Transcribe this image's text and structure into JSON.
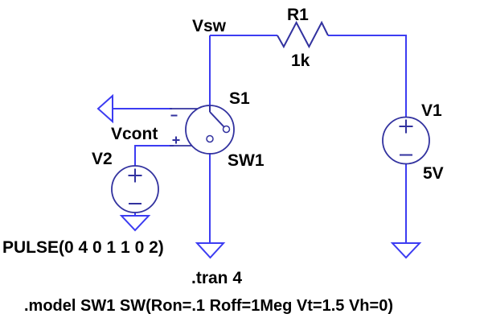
{
  "app": {
    "type": "spice-schematic-editor",
    "background": "#ffffff"
  },
  "colors": {
    "wire": "#3c3cf2",
    "component": "#32329f",
    "text": "#000000",
    "background": "#ffffff"
  },
  "net_labels": {
    "vsw": "Vsw",
    "vcont": "Vcont"
  },
  "components": {
    "resistor": {
      "name": "R1",
      "value": "1k"
    },
    "switch": {
      "name": "S1",
      "model_label": "SW1",
      "polarity_minus": "-",
      "polarity_plus": "+"
    },
    "source_v1": {
      "name": "V1",
      "value": "5V",
      "polarity_plus": "+",
      "polarity_minus": "-"
    },
    "source_v2": {
      "name": "V2",
      "value": "PULSE(0 4 0 1 1 0 2)",
      "polarity_plus": "+",
      "polarity_minus": "-"
    }
  },
  "directives": {
    "tran": ".tran 4",
    "model": ".model SW1 SW(Ron=.1 Roff=1Meg Vt=1.5 Vh=0)"
  },
  "icons": {
    "ground": "ground-symbol"
  }
}
